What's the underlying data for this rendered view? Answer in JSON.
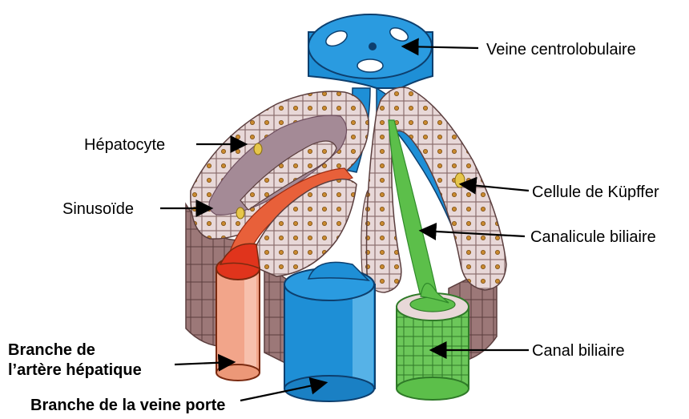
{
  "labels": {
    "veine_centrolobulaire": "Veine centrolobulaire",
    "hepatocyte": "Hépatocyte",
    "sinusoide": "Sinusoïde",
    "cellule_kupffer": "Cellule de Küpffer",
    "canalicule_biliaire": "Canalicule biliaire",
    "canal_biliaire": "Canal biliaire",
    "branche_artere_line1": "Branche de",
    "branche_artere_line2": "l’artère hépatique",
    "branche_veine_porte": "Branche de la veine porte"
  },
  "colors": {
    "vein_blue": "#1e8fd6",
    "vein_dark": "#0d5f9e",
    "hepatocyte_fill": "#e8d8d8",
    "hepatocyte_edge": "#8a6e6e",
    "plate_side": "#9c7878",
    "sinus_purple": "#a48a96",
    "artery_red": "#e0341c",
    "artery_pale": "#f2a58a",
    "bile_green": "#5cbf4a",
    "bile_dark": "#2f8a2a"
  }
}
